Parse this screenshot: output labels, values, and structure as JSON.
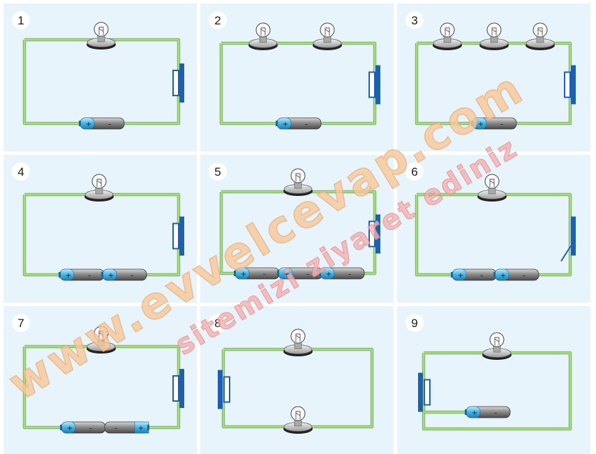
{
  "panels": [
    {
      "number": "1",
      "bulbs": 1,
      "batteries": 1,
      "switch": "closed"
    },
    {
      "number": "2",
      "bulbs": 2,
      "batteries": 1,
      "switch": "closed"
    },
    {
      "number": "3",
      "bulbs": 3,
      "batteries": 1,
      "switch": "closed"
    },
    {
      "number": "4",
      "bulbs": 1,
      "batteries": 2,
      "switch": "closed"
    },
    {
      "number": "5",
      "bulbs": 1,
      "batteries": 3,
      "switch": "closed"
    },
    {
      "number": "6",
      "bulbs": 1,
      "batteries": 2,
      "switch": "open"
    },
    {
      "number": "7",
      "bulbs": 1,
      "batteries": 2,
      "switch": "closed",
      "battery_orientation": "opposing"
    },
    {
      "number": "8",
      "bulbs": 2,
      "batteries": 0,
      "switch": "closed"
    },
    {
      "number": "9",
      "bulbs": 1,
      "batteries": 1,
      "switch": "closed",
      "short_circuit": true
    }
  ],
  "battery_terminals": {
    "positive": "+",
    "negative": "–"
  },
  "watermark": {
    "line1": "www.evvelcevap.com",
    "line2": "sitemizi ziyaret ediniz"
  },
  "colors": {
    "panel_bg": "#e8f4fb",
    "wire": "#a8d888",
    "switch": "#1e5fae",
    "battery_cap": "#4fb8e8",
    "battery_body": "#9a9a9a"
  }
}
